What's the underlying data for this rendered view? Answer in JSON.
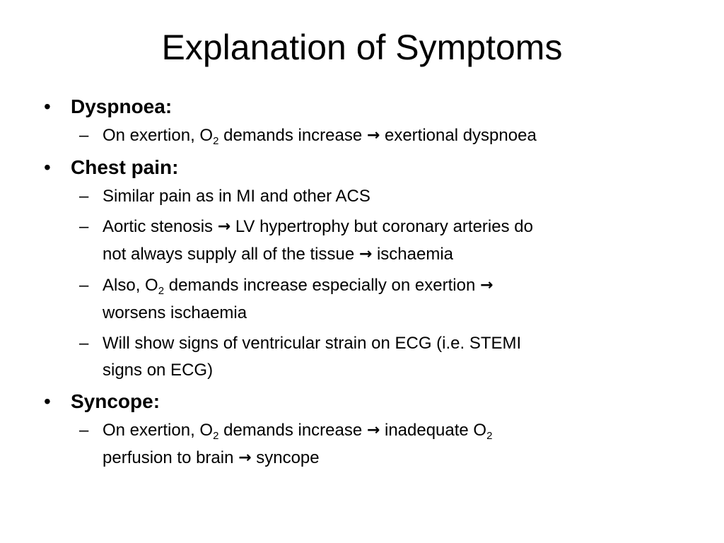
{
  "title": "Explanation of Symptoms",
  "bullet_glyph": "•",
  "dash_glyph": "–",
  "arrow_glyph": "→",
  "sections": [
    {
      "heading": "Dyspnoea:",
      "items": [
        {
          "a": "On exertion, O",
          "b": "2",
          "c": " demands increase ",
          "d": " exertional dyspnoea"
        }
      ]
    },
    {
      "heading": "Chest pain:",
      "items": [
        {
          "a": "Similar pain as in MI and other ACS"
        },
        {
          "a": "Aortic stenosis ",
          "b": " LV hypertrophy but coronary arteries do",
          "c": "not always supply all of the tissue ",
          "d": " ischaemia"
        },
        {
          "a": "Also, O",
          "b": "2",
          "c": " demands increase especially on exertion ",
          "d": "worsens ischaemia"
        },
        {
          "a": "Will show signs of ventricular strain on ECG (i.e. STEMI",
          "b": "signs on ECG)"
        }
      ]
    },
    {
      "heading": "Syncope:",
      "items": [
        {
          "a": "On exertion, O",
          "b": "2",
          "c": " demands increase ",
          "d": " inadequate O",
          "e": "2",
          "f": "perfusion to brain ",
          "g": " syncope"
        }
      ]
    }
  ]
}
